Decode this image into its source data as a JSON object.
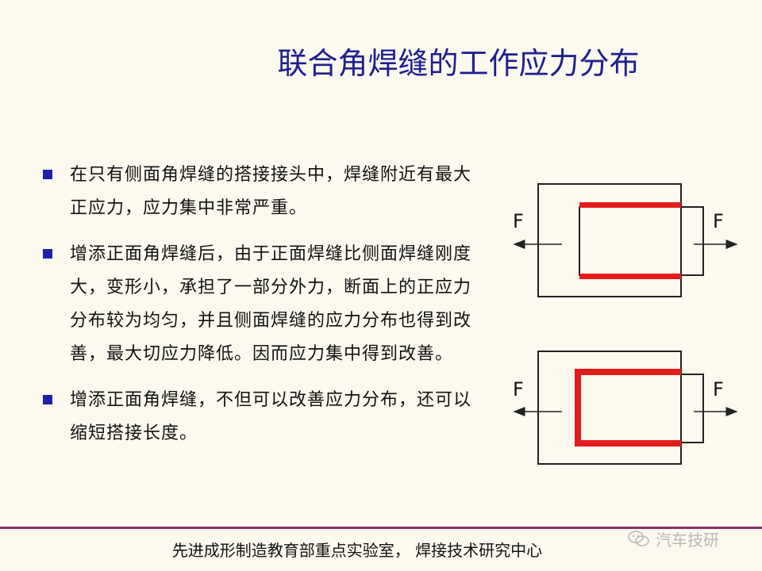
{
  "title": "联合角焊缝的工作应力分布",
  "bullets": [
    {
      "text": "在只有侧面角焊缝的搭接接头中，焊缝附近有最大正应力，应力集中非常严重。"
    },
    {
      "text": "增添正面角焊缝后，由于正面焊缝比侧面焊缝刚度大，变形小，承担了一部分外力，断面上的正应力分布较为均匀，并且侧面焊缝的应力分布也得到改善，最大切应力降低。因而应力集中得到改善。"
    },
    {
      "text": "增添正面角焊缝，不但可以改善应力分布，还可以缩短搭接长度。"
    }
  ],
  "diagrams": [
    {
      "left_force": "F",
      "right_force": "F"
    },
    {
      "left_force": "F",
      "right_force": "F"
    }
  ],
  "footer": "先进成形制造教育部重点实验室， 焊接技术研究中心",
  "watermark": {
    "text": "汽车技研",
    "icon": "wechat-icon"
  },
  "colors": {
    "title": "#1f1f8f",
    "bullet": "#1f1fa8",
    "weld": "#e31c1c",
    "footer_line": "#8a2f6a",
    "background": "#fcf9ef"
  }
}
